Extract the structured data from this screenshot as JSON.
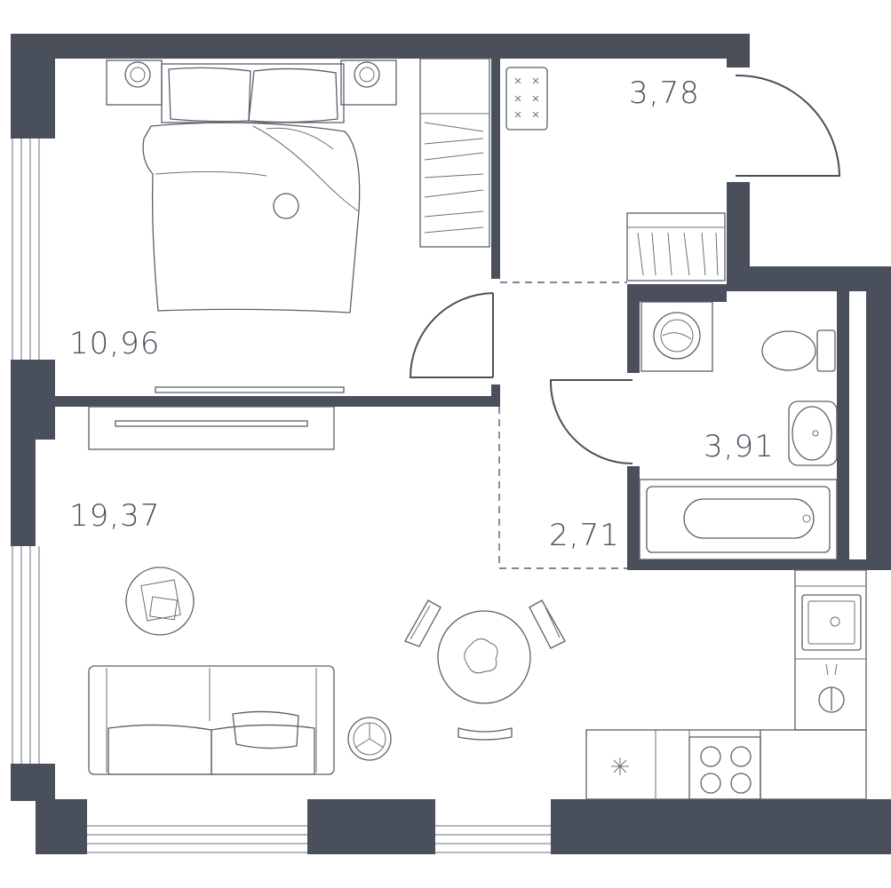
{
  "rooms": [
    {
      "name": "bedroom",
      "area": "10,96"
    },
    {
      "name": "storage",
      "area": "3,78"
    },
    {
      "name": "bathroom",
      "area": "3,91"
    },
    {
      "name": "living-room",
      "area": "19,37"
    },
    {
      "name": "hallway",
      "area": "2,71"
    }
  ],
  "colors": {
    "wall": "#4a4f5c",
    "line": "#5a5f6b",
    "background": "#ffffff"
  }
}
